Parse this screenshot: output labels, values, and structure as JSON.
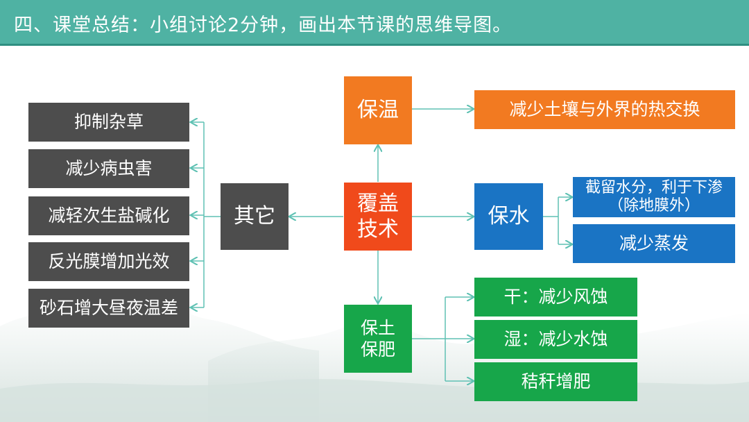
{
  "title": "四、课堂总结：小组讨论2分钟，画出本节课的思维导图。",
  "center": "覆盖技术",
  "branches": {
    "top": {
      "label": "保温",
      "detail": "减少土壤与外界的热交换"
    },
    "right": {
      "label": "保水",
      "details": [
        "截留水分，利于下渗（除地膜外）",
        "减少蒸发"
      ]
    },
    "bottom": {
      "label": "保土保肥",
      "details": [
        "干：减少风蚀",
        "湿：减少水蚀",
        "秸秆增肥"
      ]
    },
    "left": {
      "label": "其它",
      "details": [
        "抑制杂草",
        "减少病虫害",
        "减轻次生盐碱化",
        "反光膜增加光效",
        "砂石增大昼夜温差"
      ]
    }
  },
  "colors": {
    "title_bar": "#4fb2a3",
    "gray": "#4d4d4d",
    "orange": "#f27a21",
    "red": "#f04a1b",
    "blue": "#1a74c4",
    "green": "#17a64a",
    "connector": "#5fc1b3"
  }
}
